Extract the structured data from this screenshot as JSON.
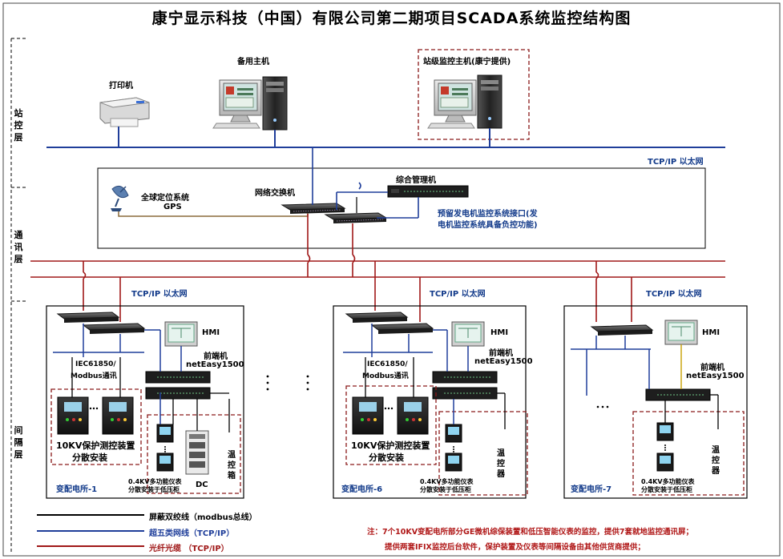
{
  "title": "康宁显示科技（中国）有限公司第二期项目SCADA系统监控结构图",
  "layers": {
    "station": "站控层",
    "comm": "通讯层",
    "bay": "间隔层"
  },
  "station": {
    "printer": "打印机",
    "backup_host": "备用主机",
    "main_host": "站级监控主机(康宁提供)",
    "network": "TCP/IP 以太网"
  },
  "comm": {
    "gps_line1": "全球定位系统",
    "gps_line2": "GPS",
    "switch": "网络交换机",
    "mgmt": "综合管理机",
    "reserve_line1": "预留发电机监控系统接口(发",
    "reserve_line2": "电机监控系统具备负控功能)"
  },
  "substations": [
    {
      "network": "TCP/IP 以太网",
      "hmi": "HMI",
      "fe_line1": "前端机",
      "fe_line2": "netEasy1500",
      "iec_line1": "IEC61850/",
      "iec_line2": "Modbus通讯",
      "prot_line1": "10KV保护测控装置",
      "prot_line2": "分散安装",
      "meter_line1": "0.4KV多功能仪表",
      "meter_line2": "分散安装于低压柜",
      "dc": "DC",
      "temp": "温控箱",
      "name": "变配电所-1"
    },
    {
      "network": "TCP/IP 以太网",
      "hmi": "HMI",
      "fe_line1": "前端机",
      "fe_line2": "netEasy1500",
      "iec_line1": "IEC61850/",
      "iec_line2": "Modbus通讯",
      "prot_line1": "10KV保护测控装置",
      "prot_line2": "分散安装",
      "meter_line1": "0.4KV多功能仪表",
      "meter_line2": "分散安装于低压柜",
      "temp": "温控器",
      "name": "变配电所-6"
    },
    {
      "network": "TCP/IP 以太网",
      "hmi": "HMI",
      "fe_line1": "前端机",
      "fe_line2": "netEasy1500",
      "meter_line1": "0.4KV多功能仪表",
      "meter_line2": "分散安装于低压柜",
      "temp": "温控器",
      "name": "变配电所-7"
    }
  ],
  "legend": [
    {
      "label": "屏蔽双绞线（modbus总线）",
      "color": "#000000"
    },
    {
      "label": "超五类网线（TCP/IP）",
      "color": "#1f3e9a"
    },
    {
      "label": "光纤光缆  （TCP/IP）",
      "color": "#a01818"
    }
  ],
  "note": {
    "line1": "注：7个10KV变配电所部分GE微机综保装置和低压智能仪表的监控，提供7套就地监控通讯屏；",
    "line2": "提供两套IFIX监控后台软件，保护装置及仪表等间隔设备由其他供货商提供；"
  },
  "colors": {
    "fiber": "#a01818",
    "ethernet": "#1f3e9a",
    "twisted": "#000000",
    "dashed_box": "#8a1a1a",
    "device_dark": "#222222"
  }
}
